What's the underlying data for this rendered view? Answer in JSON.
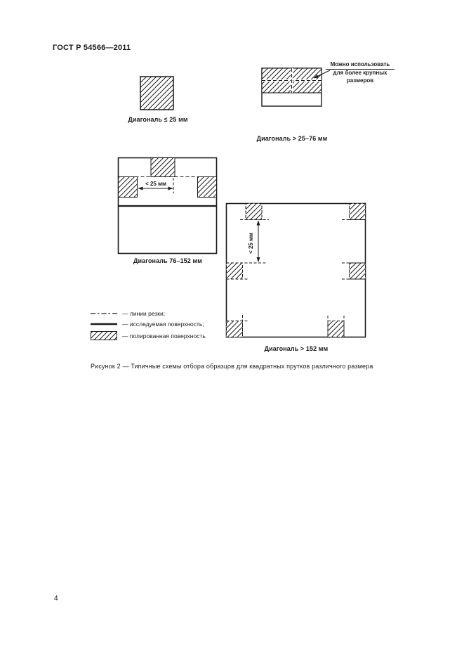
{
  "page": {
    "header": "ГОСТ Р 54566—2011",
    "page_number": "4",
    "figure_caption": "Рисунок 2 — Типичные схемы отбора образцов для квадратных прутков различного размера"
  },
  "colors": {
    "ink": "#1a1a1a",
    "background": "#ffffff"
  },
  "figure": {
    "diagram_small": {
      "label": "Диагональ ≤ 25 мм"
    },
    "diagram_medium": {
      "label": "Диагональ > 25–76 мм",
      "note": {
        "line1": "Можно использовать",
        "line2": "для более крупных",
        "line3": "размеров"
      }
    },
    "diagram_large": {
      "label": "Диагональ 76–152 мм",
      "dimension": "< 25 мм"
    },
    "diagram_xlarge": {
      "label": "Диагональ > 152 мм",
      "dimension": "< 25 мм"
    },
    "legend": {
      "items": [
        {
          "name": "cut-lines",
          "label": "— линии резки;"
        },
        {
          "name": "investigated-surface",
          "label": "— исследуемая поверхность;"
        },
        {
          "name": "polished-surface",
          "label": "— полированная поверхность"
        }
      ]
    }
  }
}
